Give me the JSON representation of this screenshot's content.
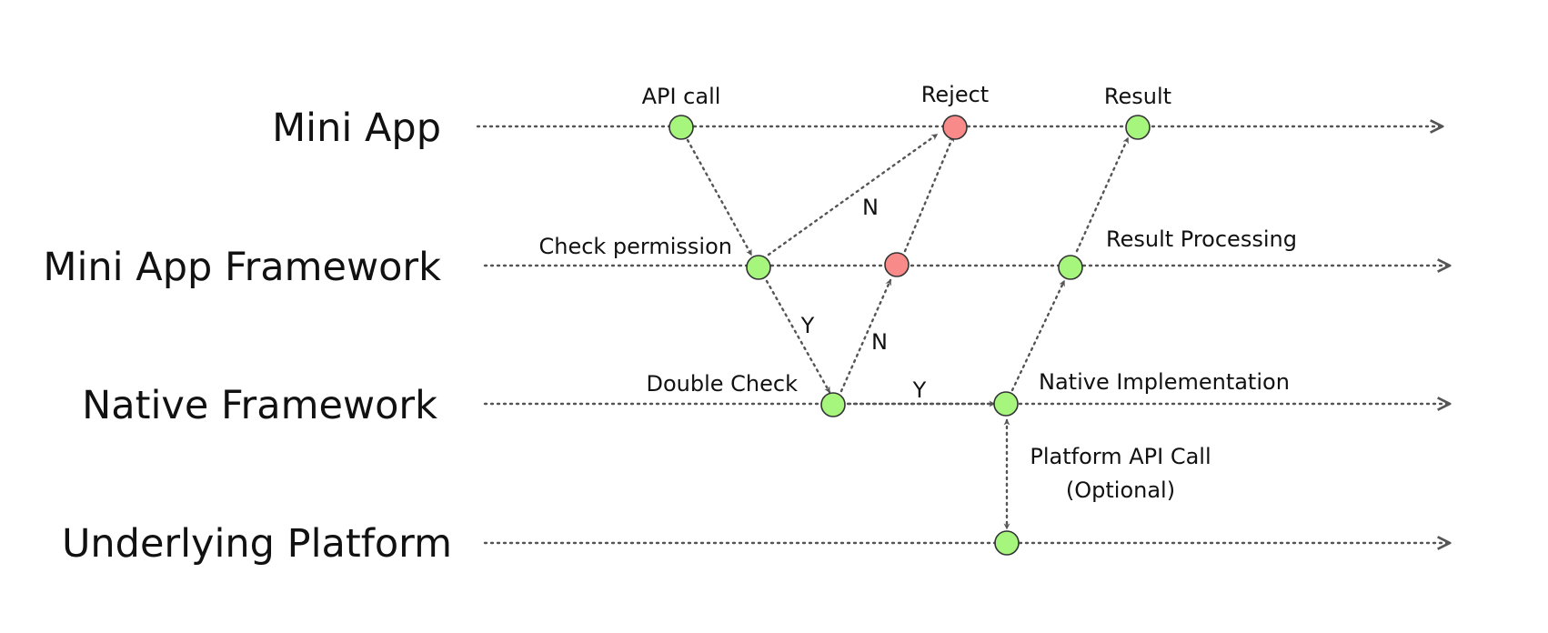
{
  "lanes": [
    {
      "id": "mini-app",
      "label": "Mini App"
    },
    {
      "id": "framework",
      "label": "Mini App Framework"
    },
    {
      "id": "native",
      "label": "Native Framework"
    },
    {
      "id": "platform",
      "label": "Underlying Platform"
    }
  ],
  "nodes": {
    "api_call": {
      "label": "API call",
      "status": "ok"
    },
    "reject": {
      "label": "Reject",
      "status": "reject"
    },
    "result": {
      "label": "Result",
      "status": "ok"
    },
    "check_permission": {
      "label": "Check permission",
      "status": "ok"
    },
    "framework_reject": {
      "label": "",
      "status": "reject"
    },
    "result_processing": {
      "label": "Result Processing",
      "status": "ok"
    },
    "double_check": {
      "label": "Double Check",
      "status": "ok"
    },
    "native_implementation": {
      "label": "Native Implementation",
      "status": "ok"
    },
    "platform_call": {
      "label": "",
      "status": "ok"
    }
  },
  "edges": [
    {
      "from": "api_call",
      "to": "check_permission",
      "label": ""
    },
    {
      "from": "check_permission",
      "to": "reject",
      "label": "N"
    },
    {
      "from": "check_permission",
      "to": "double_check",
      "label": "Y"
    },
    {
      "from": "double_check",
      "to": "framework_reject",
      "label": "N"
    },
    {
      "from": "framework_reject",
      "to": "reject",
      "label": ""
    },
    {
      "from": "double_check",
      "to": "native_implementation",
      "label": "Y"
    },
    {
      "from": "native_implementation",
      "to": "platform_call",
      "label": "Platform API Call",
      "label_line2": "(Optional)",
      "bidirectional": true
    },
    {
      "from": "native_implementation",
      "to": "result_processing",
      "label": ""
    },
    {
      "from": "result_processing",
      "to": "result",
      "label": ""
    }
  ],
  "colors": {
    "ok_node": "#a6f57c",
    "reject_node": "#f88a8a",
    "line": "#555555",
    "text": "#111111"
  }
}
